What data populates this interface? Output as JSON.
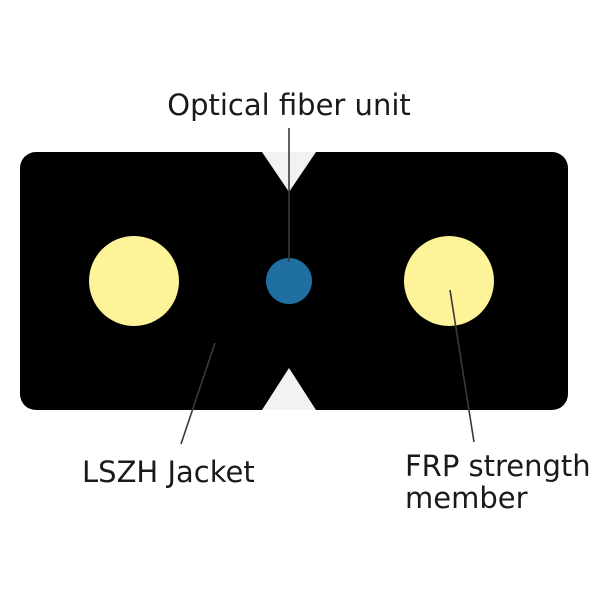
{
  "labels": {
    "optical_fiber_unit": "Optical fiber unit",
    "lszh_jacket": "LSZH Jacket",
    "frp_line1": "FRP strength",
    "frp_line2": "member"
  },
  "colors": {
    "jacket": "#000000",
    "strength_member": "#fdf49a",
    "fiber_unit": "#1f6fa3",
    "notch": "#f2f2f2",
    "leader_line": "#3a3a3a",
    "text": "#1a1a1a",
    "background": "#ffffff"
  }
}
